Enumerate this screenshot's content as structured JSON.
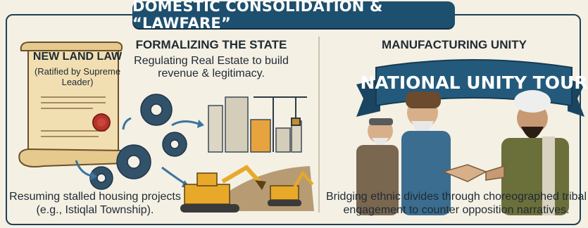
{
  "header": {
    "title": "DOMESTIC CONSOLIDATION & “LAWFARE”"
  },
  "left": {
    "scroll_title": "NEW LAND LAW",
    "scroll_subtitle": "(Ratified by Supreme Leader)",
    "heading": "FORMALIZING THE STATE",
    "subheading": "Regulating Real Estate to build revenue & legitimacy.",
    "caption": "Resuming stalled housing projects (e.g., Istiqlal Township)."
  },
  "right": {
    "heading": "MANUFACTURING UNITY",
    "ribbon": "NATIONAL UNITY TOUR",
    "caption": "Bridging ethnic divides through choreographed tribal engagement to counter opposition narratives."
  },
  "icons": [
    "scroll-icon",
    "wax-seal-icon",
    "gear-icon",
    "arrow-icon",
    "building-icon",
    "crane-icon",
    "excavator-icon",
    "handshake-icon",
    "elder-icon"
  ],
  "colors": {
    "banner": "#1d4f6e",
    "background": "#f4f0e4",
    "paper": "#f1dfb2",
    "seal": "#b8332b",
    "gear": "#32526a",
    "machine": "#e8a92a"
  }
}
